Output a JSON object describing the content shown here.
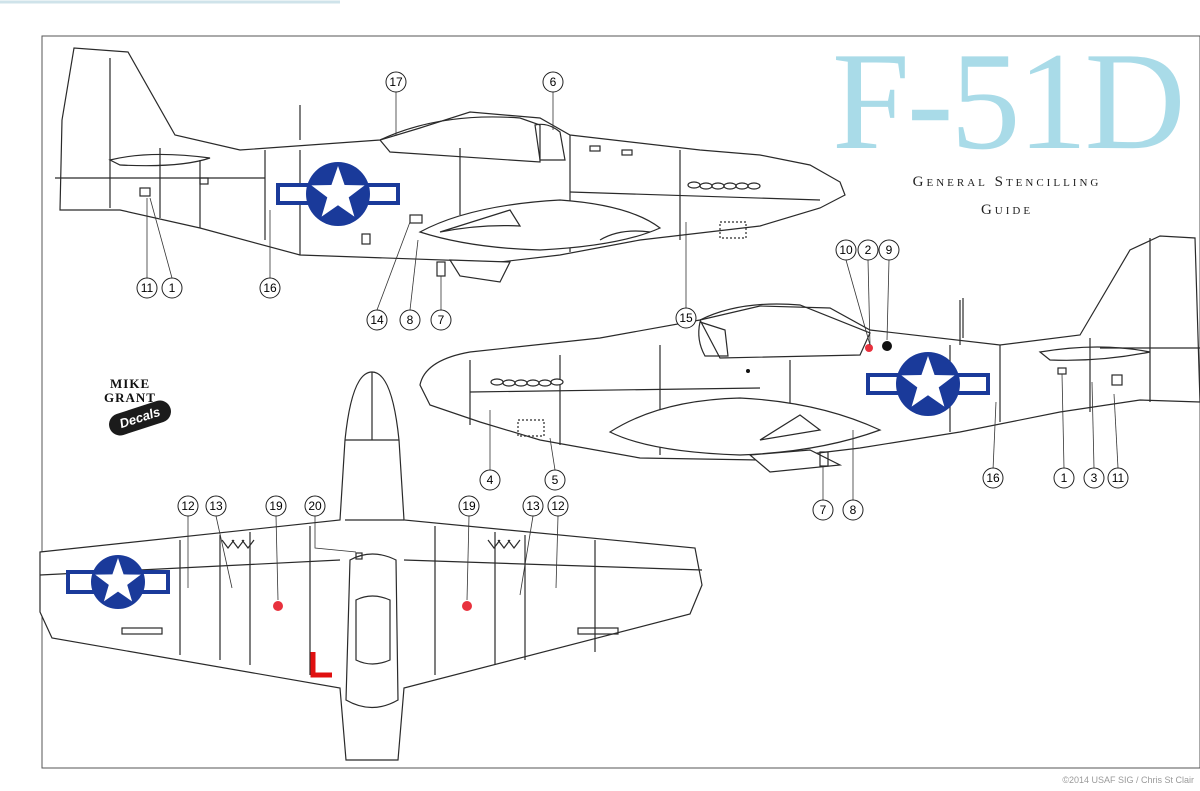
{
  "title": "F-51D",
  "subtitle_line1": "General Stencilling",
  "subtitle_line2": "Guide",
  "brand": {
    "line1": "MIKE",
    "line2": "GRANT",
    "badge": "Decals"
  },
  "credit": "©2014 USAF SIG / Chris St Clair",
  "colors": {
    "roundel_blue": "#1a3a9a",
    "title_cyan": "#a9dbe8",
    "stencil_red": "#e8313d",
    "walkway_red": "#e01010",
    "line": "#2a2a2a"
  },
  "callouts": {
    "top_view": [
      "17",
      "6",
      "11",
      "1",
      "16",
      "14",
      "8",
      "7",
      "15"
    ],
    "right_view": [
      "10",
      "2",
      "9",
      "4",
      "5",
      "16",
      "1",
      "3",
      "11",
      "7",
      "8"
    ],
    "bottom_view": [
      "12",
      "13",
      "19",
      "20",
      "19",
      "13",
      "12"
    ]
  }
}
